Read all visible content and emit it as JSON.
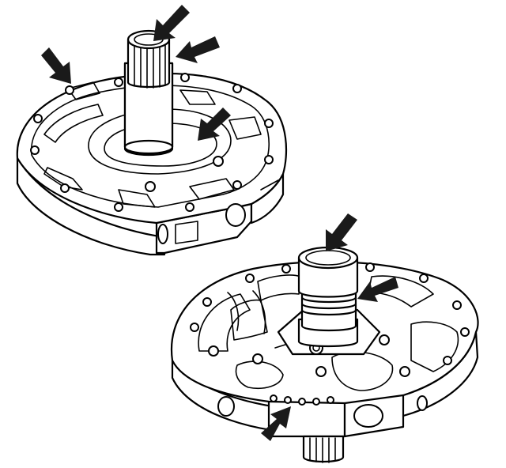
{
  "figure": {
    "components": [
      {
        "name": "pump-cover",
        "view": "top"
      },
      {
        "name": "pump-body",
        "view": "bottom"
      }
    ],
    "arrow_count": 7,
    "colors": {
      "line": "#000000",
      "arrow": "#1a1a1a",
      "background": "#ffffff"
    }
  }
}
